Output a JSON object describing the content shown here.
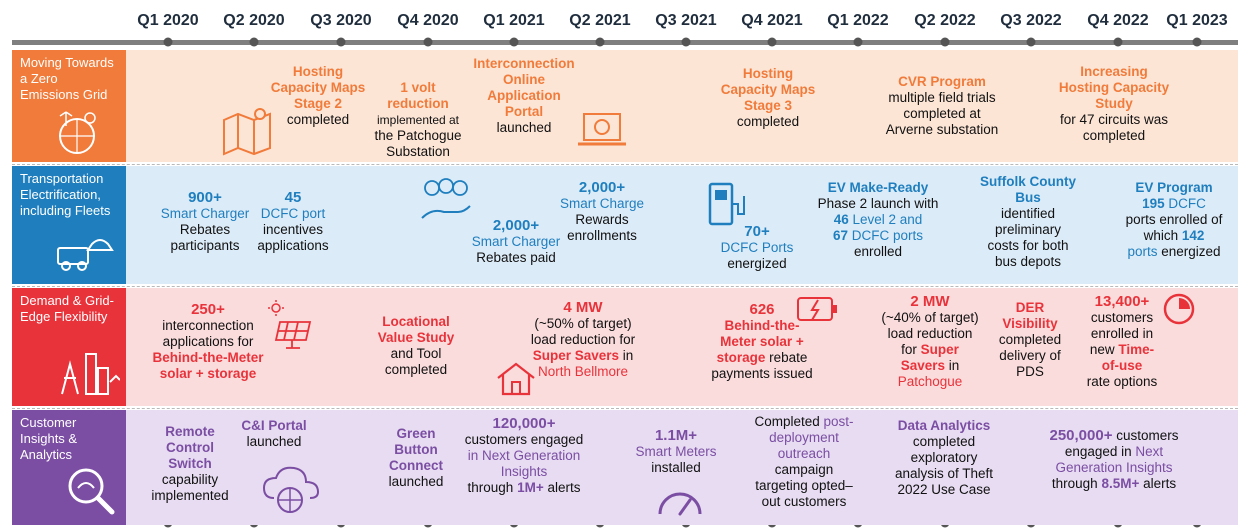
{
  "quarters": [
    "Q1 2020",
    "Q2 2020",
    "Q3 2020",
    "Q4 2020",
    "Q1 2021",
    "Q2 2021",
    "Q3 2021",
    "Q4 2021",
    "Q1 2022",
    "Q2 2022",
    "Q3 2022",
    "Q4 2022",
    "Q1 2023"
  ],
  "colors": {
    "orange": "#f07b3a",
    "blue": "#1f7fbe",
    "red": "#e8333b",
    "purple": "#7b4ea3"
  },
  "categories": [
    {
      "label": "Moving Towards a Zero Emissions Grid"
    },
    {
      "label": "Transportation Electrification, including Fleets"
    },
    {
      "label": "Demand & Grid-Edge Flexibility"
    },
    {
      "label": "Customer Insights & Analytics"
    }
  ],
  "zero": {
    "hcm2": [
      "Hosting",
      "Capacity Maps",
      "Stage 2",
      "completed"
    ],
    "volt": [
      "1 volt",
      "reduction",
      "implemented at",
      "the Patchogue",
      "Substation"
    ],
    "portal": [
      "Interconnection",
      "Online",
      "Application",
      "Portal",
      "launched"
    ],
    "hcm3": [
      "Hosting",
      "Capacity Maps",
      "Stage 3",
      "completed"
    ],
    "cvr": [
      "CVR Program",
      "multiple field trials",
      "completed at",
      "Arverne substation"
    ],
    "ihc": [
      "Increasing",
      "Hosting Capacity",
      "Study",
      "for 47 circuits was",
      "completed"
    ]
  },
  "transport": {
    "rebates": [
      "900+",
      "Smart Charger",
      "Rebates",
      "participants"
    ],
    "dcfc": [
      "45",
      "DCFC port",
      "incentives",
      "applications"
    ],
    "paid": [
      "2,000+",
      "Smart Charger",
      "Rebates paid"
    ],
    "rewards": [
      "2,000+",
      "Smart Charge",
      "Rewards",
      "enrollments"
    ],
    "ports": [
      "70+",
      "DCFC Ports",
      "energized"
    ],
    "makeready": [
      "EV Make-Ready",
      "Phase 2 launch with",
      "46",
      "Level 2 and",
      "67",
      "DCFC ports",
      "enrolled"
    ],
    "bus": [
      "Suffolk County",
      "Bus",
      "identified",
      "preliminary",
      "costs for both",
      "bus depots"
    ],
    "evprog": [
      "EV Program",
      "195",
      "DCFC",
      "ports enrolled of",
      "which",
      "142",
      "ports",
      "energized"
    ]
  },
  "demand": {
    "btm": [
      "250+",
      "interconnection",
      "applications for",
      "Behind-the-Meter",
      "solar + storage"
    ],
    "lvs": [
      "Locational",
      "Value Study",
      "and Tool",
      "completed"
    ],
    "mw4": [
      "4 MW",
      "(~50% of target)",
      "load reduction for",
      "Super Savers",
      "in",
      "North Bellmore"
    ],
    "n626": [
      "626",
      "Behind-the-",
      "Meter solar +",
      "storage",
      "rebate",
      "payments issued"
    ],
    "mw2": [
      "2 MW",
      "(~40% of target)",
      "load reduction",
      "for",
      "Super",
      "Savers",
      "in",
      "Patchogue"
    ],
    "der": [
      "DER",
      "Visibility",
      "completed",
      "delivery of",
      "PDS"
    ],
    "tou": [
      "13,400+",
      "customers",
      "enrolled in",
      "new",
      "Time-",
      "of-use",
      "rate options"
    ]
  },
  "insights": {
    "rcs": [
      "Remote",
      "Control",
      "Switch",
      "capability",
      "implemented"
    ],
    "ci": [
      "C&I Portal",
      "launched"
    ],
    "gbc": [
      "Green",
      "Button",
      "Connect",
      "launched"
    ],
    "ngi": [
      "120,000+",
      "customers engaged",
      "in Next Generation",
      "Insights",
      "through",
      "1M+",
      "alerts"
    ],
    "meters": [
      "1.1M+",
      "Smart Meters",
      "installed"
    ],
    "outreach": [
      "Completed",
      "post-",
      "deployment",
      "outreach",
      "campaign",
      "targeting opted–",
      "out customers"
    ],
    "theft": [
      "Data Analytics",
      "completed",
      "exploratory",
      "analysis of Theft",
      "2022 Use Case"
    ],
    "ngi2": [
      "250,000+",
      "customers",
      "engaged in",
      "Next",
      "Generation Insights",
      "through",
      "8.5M+",
      "alerts"
    ]
  }
}
